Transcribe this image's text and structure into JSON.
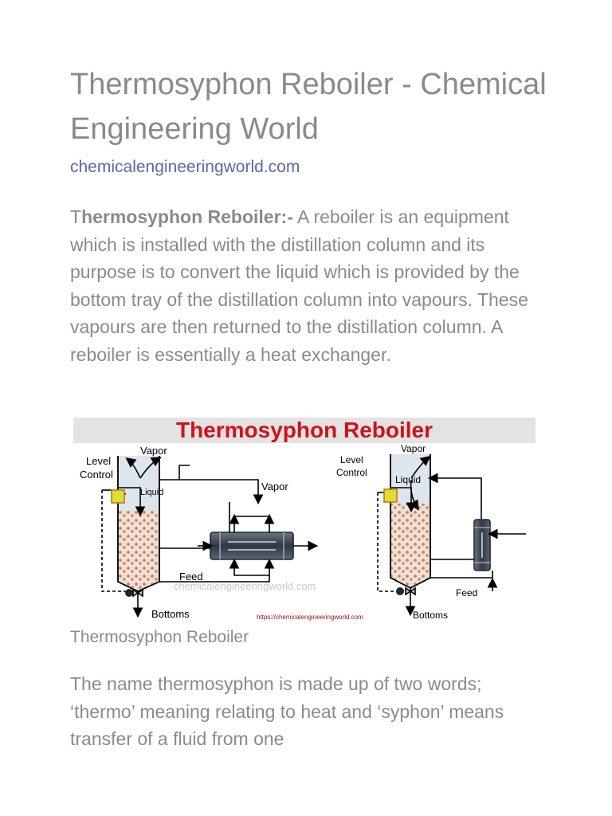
{
  "article": {
    "title": "Thermosyphon Reboiler - Chemical Engineering World",
    "source": "chemicalengineeringworld.com",
    "intro_lead_letter": "T",
    "intro_bold": "hermosyphon Reboiler:-",
    "intro_text": " A reboiler is an equipment which is installed with the distillation column and its purpose is to convert the liquid which is provided by the bottom tray of the distillation column into vapours. These vapours are then returned to the distillation column. A reboiler is essentially a heat exchanger.",
    "caption": "Thermosyphon Reboiler",
    "paragraph2": "The name thermosyphon is made up of two words; ‘thermo’ meaning relating to heat and ‘syphon’ means transfer of a fluid from one"
  },
  "figure": {
    "banner": "Thermosyphon Reboiler",
    "left_labels": {
      "level_control_1": "Level",
      "level_control_2": "Control",
      "vapor_top": "Vapor",
      "liquid": "Liquid",
      "vapor_side": "Vapor",
      "feed": "Feed",
      "bottoms": "Bottoms"
    },
    "right_labels": {
      "level_control_1": "Level",
      "level_control_2": "Control",
      "vapor_top": "Vapor",
      "liquid": "Liquid",
      "feed": "Feed",
      "bottoms": "Bottoms"
    },
    "watermark": "chemicalengineeringworld.com",
    "url": "https://chemicalengineeringworld.com",
    "colors": {
      "banner_bg": "#e3e3e3",
      "banner_text": "#d0121b",
      "level_box": "#e0dc3a",
      "column_fill": "#dde6ee",
      "bubble": "#e07a55",
      "exchanger": "#3a4452"
    }
  }
}
